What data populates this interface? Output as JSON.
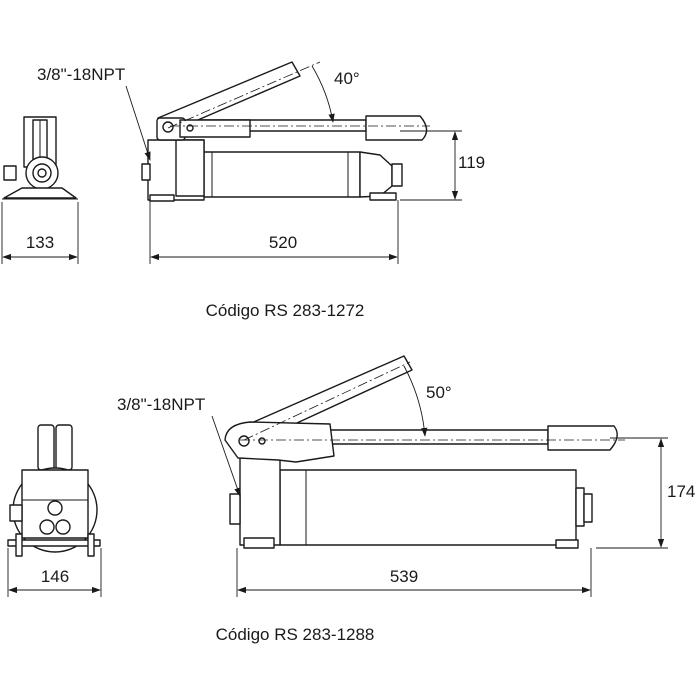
{
  "drawing_1": {
    "port_label": "3/8\"-18NPT",
    "angle_label": "40°",
    "height_label": "119",
    "side_width_label": "133",
    "length_label": "520",
    "code_label": "Código RS 283-1272"
  },
  "drawing_2": {
    "port_label": "3/8\"-18NPT",
    "angle_label": "50°",
    "height_label": "174",
    "side_width_label": "146",
    "length_label": "539",
    "code_label": "Código RS 283-1288"
  },
  "colors": {
    "line": "#1a1a1a",
    "background": "#ffffff"
  }
}
